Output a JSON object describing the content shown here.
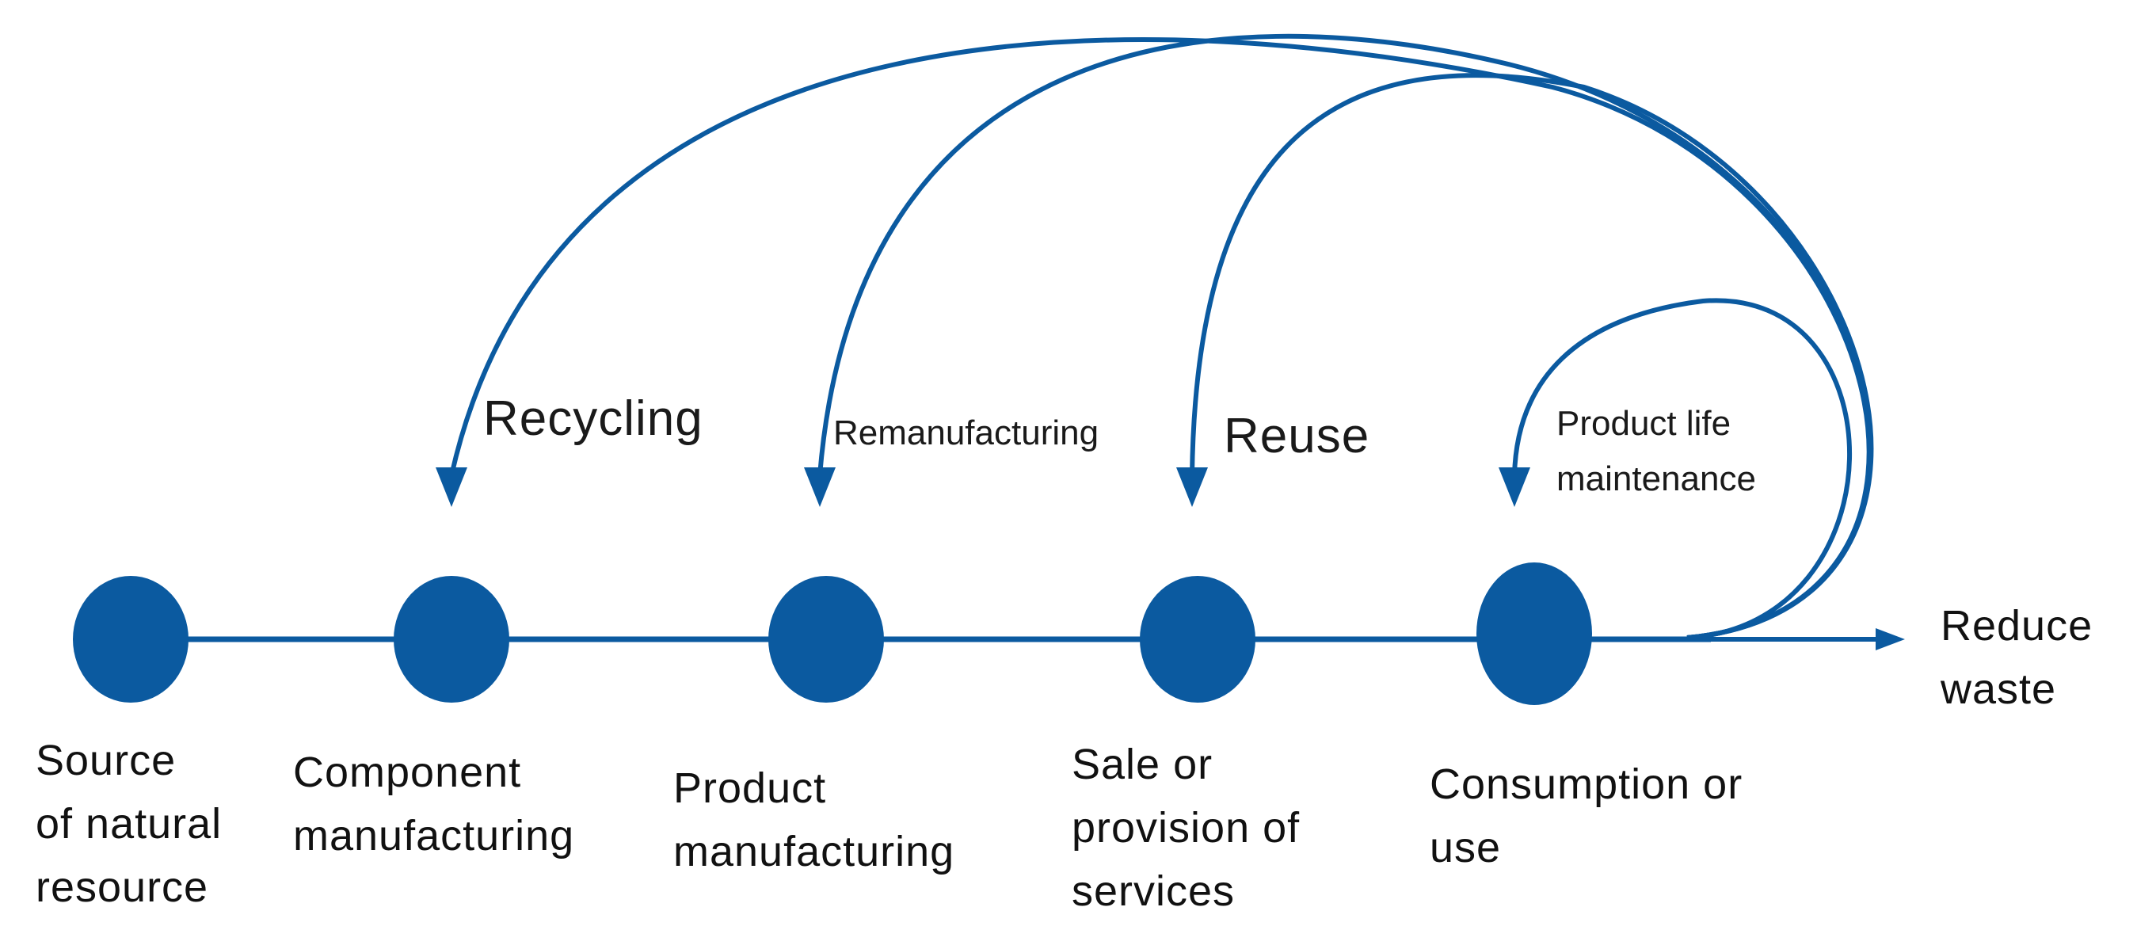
{
  "colors": {
    "flow": "#0b5aa0",
    "text": "#111111",
    "background": "#ffffff"
  },
  "stages": [
    {
      "id": "source",
      "lines": [
        "Source",
        "of natural",
        "resource"
      ]
    },
    {
      "id": "component",
      "lines": [
        "Component",
        "manufacturing"
      ]
    },
    {
      "id": "product",
      "lines": [
        "Product",
        "manufacturing"
      ]
    },
    {
      "id": "sale",
      "lines": [
        "Sale or",
        "provision of",
        "services"
      ]
    },
    {
      "id": "consumption",
      "lines": [
        "Consumption or",
        "use"
      ]
    }
  ],
  "end_label": [
    "Reduce",
    "waste"
  ],
  "loops": [
    {
      "id": "recycling",
      "label": [
        "Recycling"
      ],
      "target": "component"
    },
    {
      "id": "remanufacturing",
      "label": [
        "Remanufacturing"
      ],
      "target": "product"
    },
    {
      "id": "reuse",
      "label": [
        "Reuse"
      ],
      "target": "sale"
    },
    {
      "id": "maintenance",
      "label": [
        "Product life",
        "maintenance"
      ],
      "target": "consumption"
    }
  ]
}
